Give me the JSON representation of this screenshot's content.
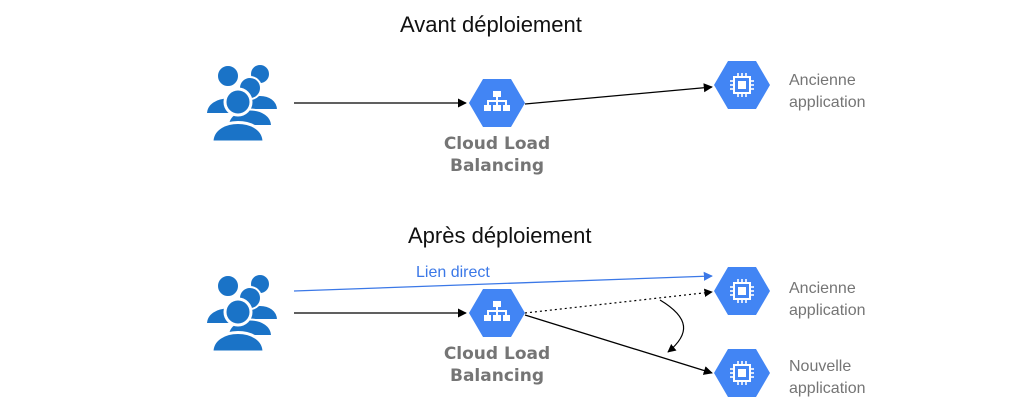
{
  "colors": {
    "icon_blue": "#1a73c7",
    "hex_blue": "#4285f4",
    "link_blue": "#3b78e7",
    "label_gray": "#757575",
    "arrow_black": "#000000"
  },
  "before": {
    "title": "Avant déploiement",
    "load_balancer_label": "Cloud Load Balancing",
    "app_old_label": "Ancienne application",
    "users_icon": "users-group-icon",
    "lb_icon": "load-balancer-icon",
    "app_icon": "compute-chip-icon"
  },
  "after": {
    "title": "Après déploiement",
    "direct_link_label": "Lien direct",
    "load_balancer_label": "Cloud Load Balancing",
    "app_old_label": "Ancienne application",
    "app_new_label": "Nouvelle application",
    "users_icon": "users-group-icon",
    "lb_icon": "load-balancer-icon",
    "app_icon": "compute-chip-icon"
  }
}
